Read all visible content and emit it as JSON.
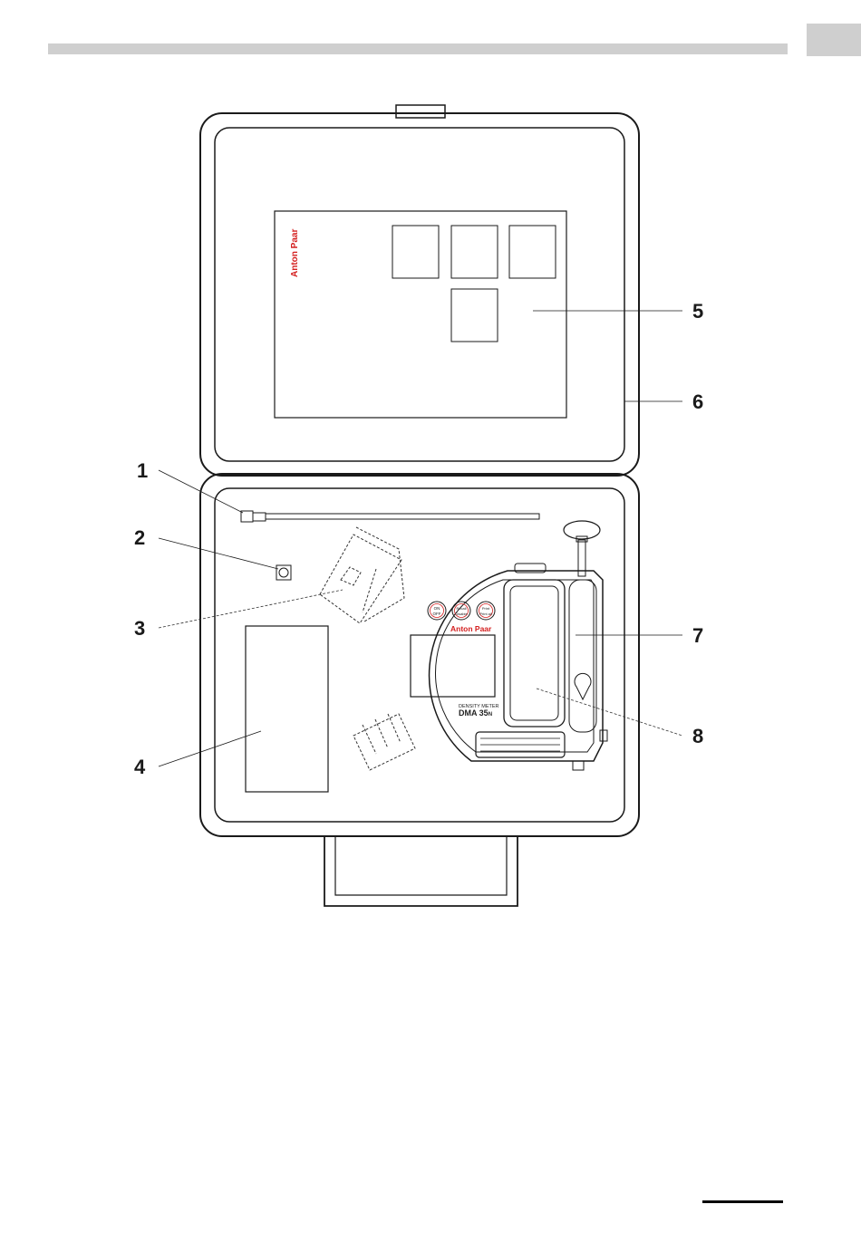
{
  "header": {
    "tab_label": ""
  },
  "figure": {
    "callouts": [
      "1",
      "2",
      "3",
      "4",
      "5",
      "6",
      "7",
      "8"
    ],
    "lid_label_brand": "Anton Paar",
    "device": {
      "brand": "Anton Paar",
      "subtitle": "DENSITY METER",
      "model": "DMA 35",
      "model_suffix": "N",
      "buttons": [
        {
          "top": "ON",
          "bottom": "OFF"
        },
        {
          "top": "Recall",
          "bottom": "Disable"
        },
        {
          "top": "Print",
          "bottom": "Print all"
        }
      ]
    }
  }
}
